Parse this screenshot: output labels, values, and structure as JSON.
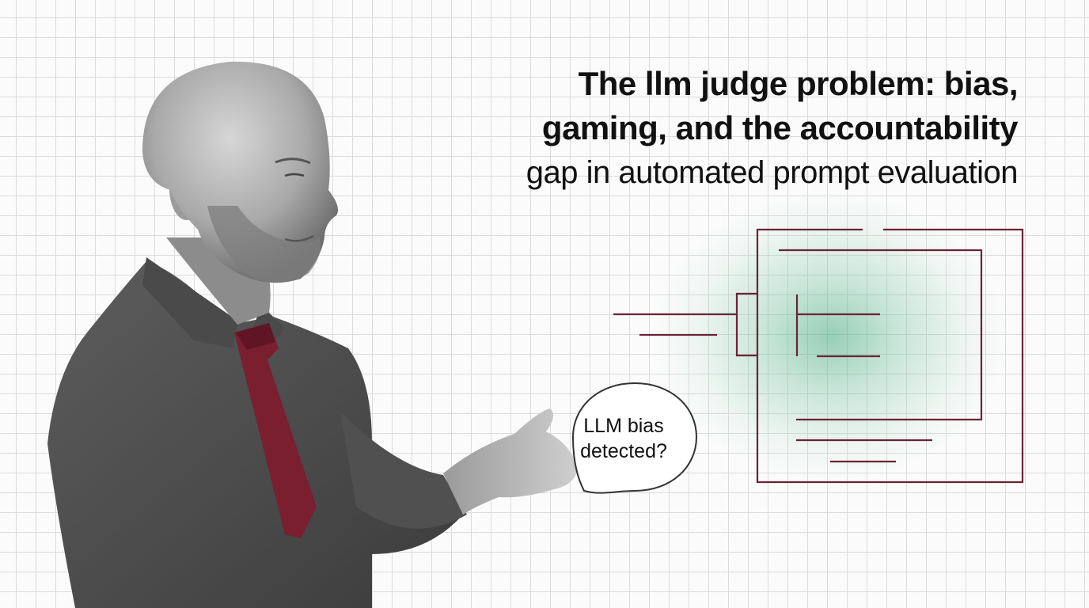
{
  "headline": {
    "line1": "The llm judge problem: bias,",
    "line2": "gaming, and the accountability",
    "line3": "gap in automated prompt evaluation"
  },
  "speech_bubble": {
    "line1": "LLM bias",
    "line2": "detected?"
  },
  "colors": {
    "grid": "#dcdcdc",
    "background": "#fbfbfb",
    "diagram_line": "#6b2237",
    "tie": "#7a1f30",
    "glow": "#46aa82"
  }
}
